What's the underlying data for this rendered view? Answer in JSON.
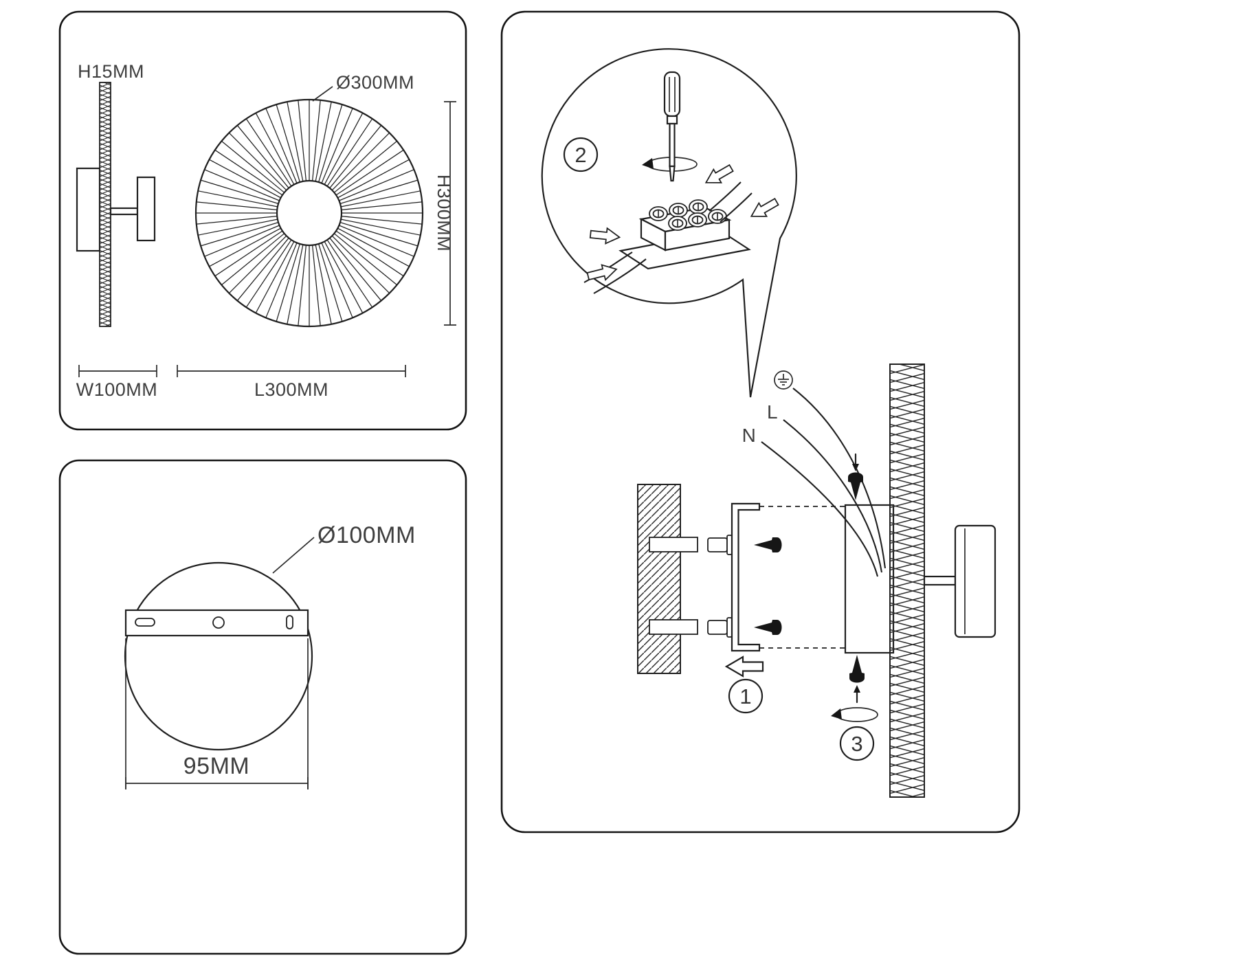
{
  "meta": {
    "background": "#ffffff",
    "line_color": "#1f1f1f",
    "label_color": "#3e3e3e"
  },
  "dims_panel": {
    "side_height_label": "H15MM",
    "diameter_label": "Ø300MM",
    "height_label": "H300MM",
    "width_label": "W100MM",
    "length_label": "L300MM"
  },
  "plate_panel": {
    "diameter_label": "Ø100MM",
    "span_label": "95MM"
  },
  "install_panel": {
    "step_1": "1",
    "step_2": "2",
    "step_3": "3",
    "wire_live_label": "L",
    "wire_neutral_label": "N"
  }
}
